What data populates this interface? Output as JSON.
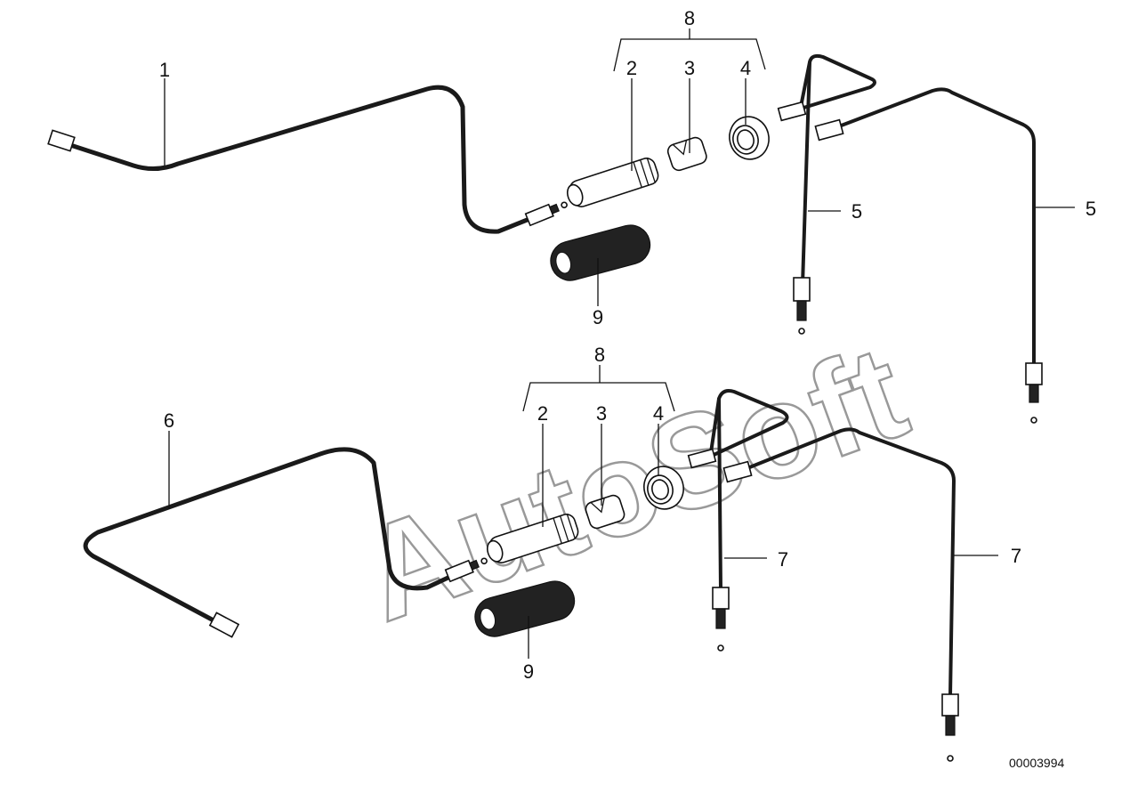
{
  "diagram": {
    "callouts": {
      "c1": "1",
      "c2_top": "2",
      "c3_top": "3",
      "c4_top": "4",
      "c8_top": "8",
      "c9_top": "9",
      "c5_left": "5",
      "c5_right": "5",
      "c6": "6",
      "c2_bot": "2",
      "c3_bot": "3",
      "c4_bot": "4",
      "c8_bot": "8",
      "c9_bot": "9",
      "c7_left": "7",
      "c7_right": "7"
    },
    "drawing_number": "00003994",
    "watermark": "AutoSoft"
  }
}
